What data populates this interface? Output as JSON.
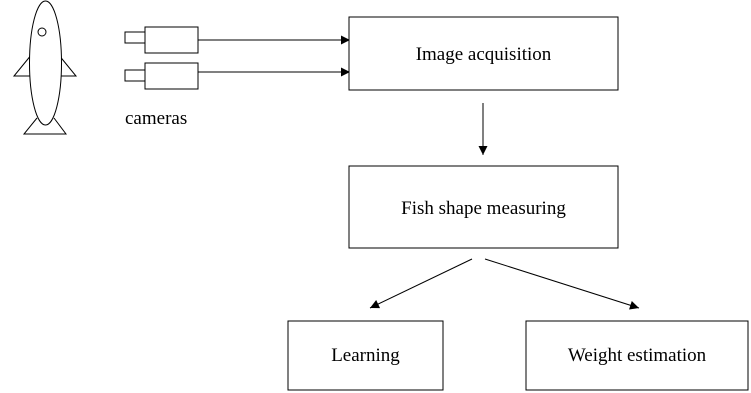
{
  "nodes": {
    "image_acquisition": "Image acquisition",
    "fish_shape_measuring": "Fish shape measuring",
    "learning": "Learning",
    "weight_estimation": "Weight estimation"
  },
  "labels": {
    "cameras": "cameras"
  },
  "colors": {
    "stroke": "#000000",
    "background": "#ffffff"
  }
}
